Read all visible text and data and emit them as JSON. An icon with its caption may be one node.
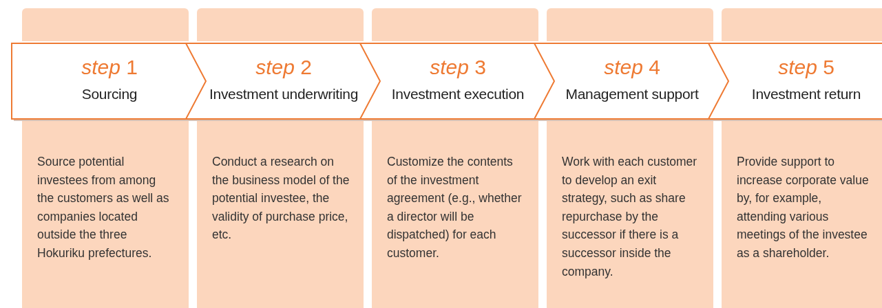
{
  "diagram": {
    "nodes": [
      {
        "text": [
          "Source potential investees from among the customers as well as companies located outside the three Hokuriku prefectures."
        ]
      },
      {
        "text": [
          "*step* 1",
          "Sourcing"
        ]
      },
      {
        "text": [
          "Conduct a research on the business model of the potential investee, the validity of purchase price, etc."
        ]
      },
      {
        "text": [
          "*step* 2",
          "Investment underwriting"
        ]
      },
      {
        "text": [
          "Customize the contents of the investment agreement (e.g., whether a director will be dispatched) for each customer."
        ]
      },
      {
        "text": [
          "*step* 3",
          "Investment execution"
        ]
      },
      {
        "text": [
          "Work with each customer to develop an exit strategy, such as share repurchase by the successor if there is a successor inside the company."
        ]
      },
      {
        "text": [
          "*step* 4",
          "Management support"
        ]
      },
      {
        "text": [
          "Provide support to increase corporate value by, for example, attending various meetings of the investee as a shareholder."
        ]
      },
      {
        "text": [
          "*step* 5",
          "Investment return"
        ]
      }
    ]
  }
}
